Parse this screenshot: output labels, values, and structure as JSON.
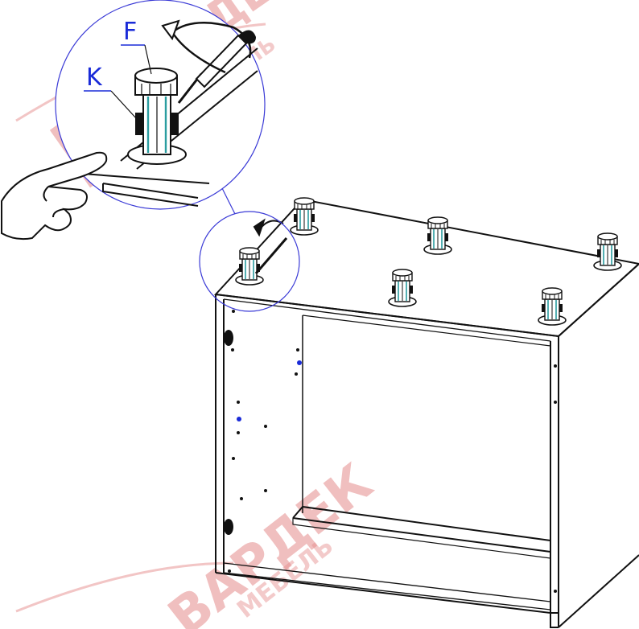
{
  "labels": {
    "part_f": "F",
    "part_k": "K"
  },
  "watermark": {
    "brand": "ВАРДЕК",
    "sub": "МЕБЕЛЬ",
    "logo_letter": "В"
  },
  "colors": {
    "label_blue": "#1a2bd8",
    "callout_blue": "#3a3ad6",
    "line": "#111111",
    "accent_teal": "#2a9da0",
    "watermark": "#e58c8c"
  },
  "icons": {
    "rotate_arrow": "curved-arrow-icon",
    "hand": "pointing-hand-icon",
    "screwdriver": "screwdriver-icon",
    "leveling_foot": "leveling-foot-icon"
  }
}
